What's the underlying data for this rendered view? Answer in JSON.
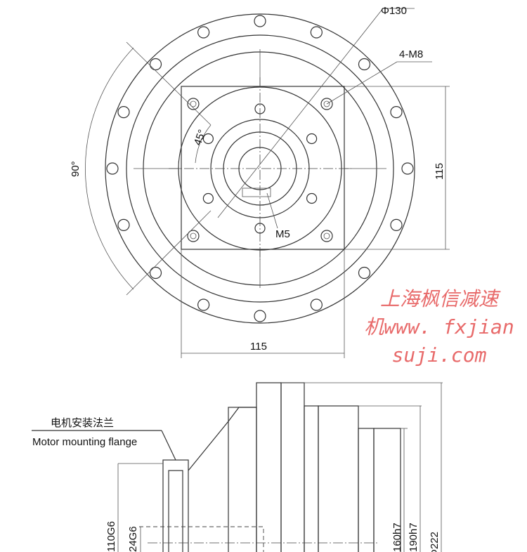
{
  "top_view": {
    "dim_bolt_circle": "Φ130",
    "dim_holes": "4-M8",
    "dim_angle_45": "45°",
    "dim_angle_90": "90°",
    "dim_height": "115",
    "dim_width": "115",
    "dim_thread": "M5"
  },
  "side_view": {
    "label_cn": "电机安装法兰",
    "label_en": "Motor mounting flange",
    "dims": [
      "110G6",
      "24G6",
      "160h7",
      "190h7",
      "Φ222"
    ]
  },
  "watermark": {
    "line1": "上海枫信减速",
    "line2": "机www. fxjian",
    "line3": "suji.com"
  },
  "colors": {
    "line": "#333333",
    "watermark": "#e86a6a"
  }
}
